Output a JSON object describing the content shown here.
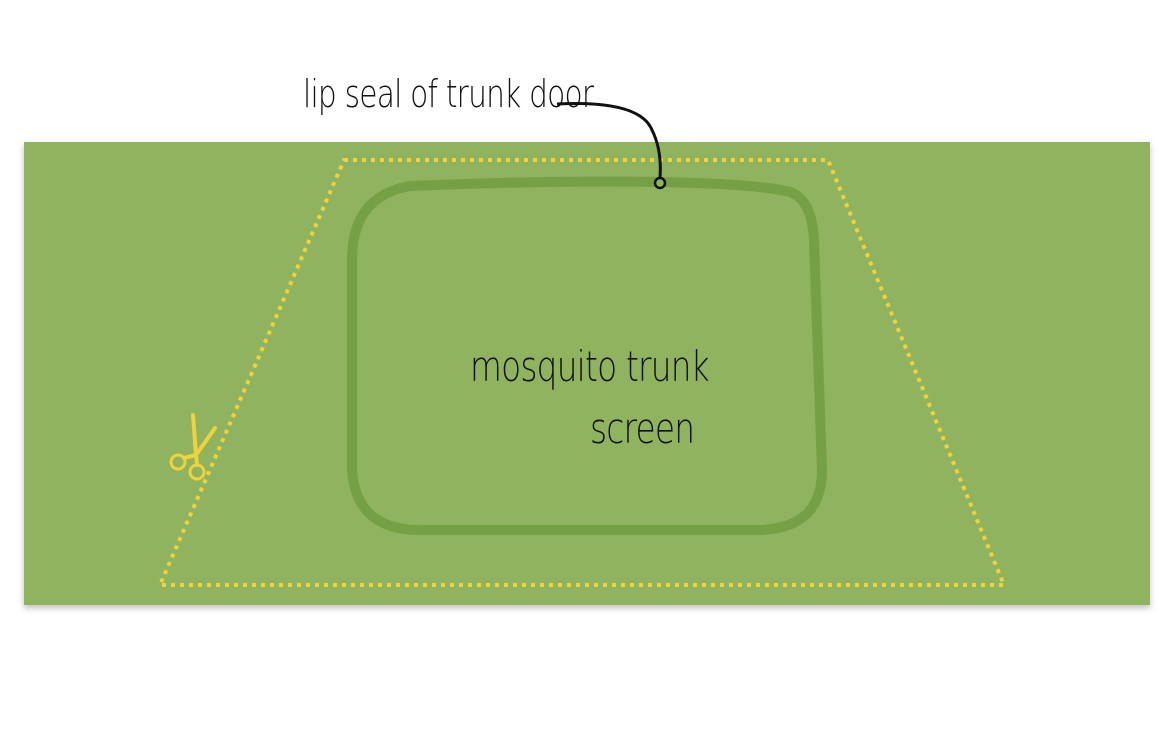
{
  "diagram": {
    "callout_label": "lip seal of trunk door",
    "center_label_line1": "mosquito trunk",
    "center_label_line2": "screen",
    "icons": [
      "scissors-icon"
    ],
    "colors": {
      "fabric": "#8fb35e",
      "seal": "#76a045",
      "cut_line": "#f0d23c",
      "text": "#111111"
    }
  }
}
